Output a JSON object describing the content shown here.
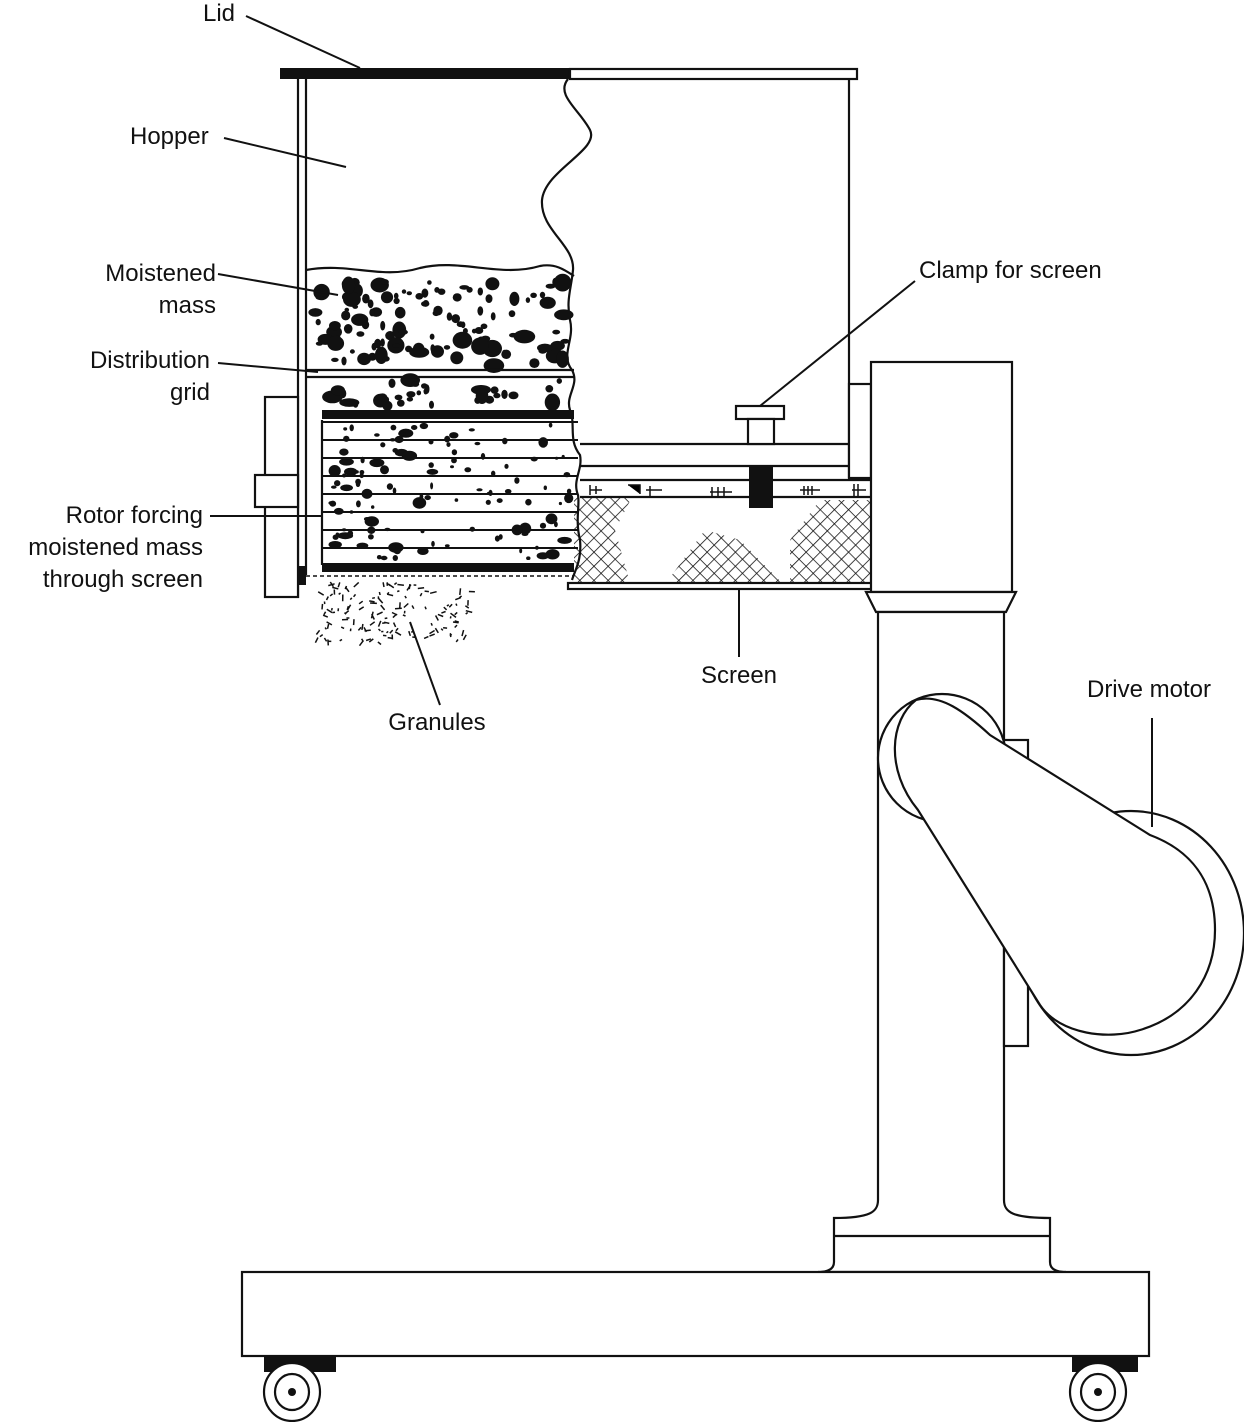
{
  "labels": {
    "lid": "Lid",
    "hopper": "Hopper",
    "moistened_mass_1": "Moistened",
    "moistened_mass_2": "mass",
    "distribution_grid_1": "Distribution",
    "distribution_grid_2": "grid",
    "rotor_1": "Rotor forcing",
    "rotor_2": "moistened mass",
    "rotor_3": "through screen",
    "granules": "Granules",
    "clamp": "Clamp for screen",
    "screen": "Screen",
    "drive_motor": "Drive motor"
  },
  "colors": {
    "ink": "#111111",
    "paper": "#ffffff"
  }
}
